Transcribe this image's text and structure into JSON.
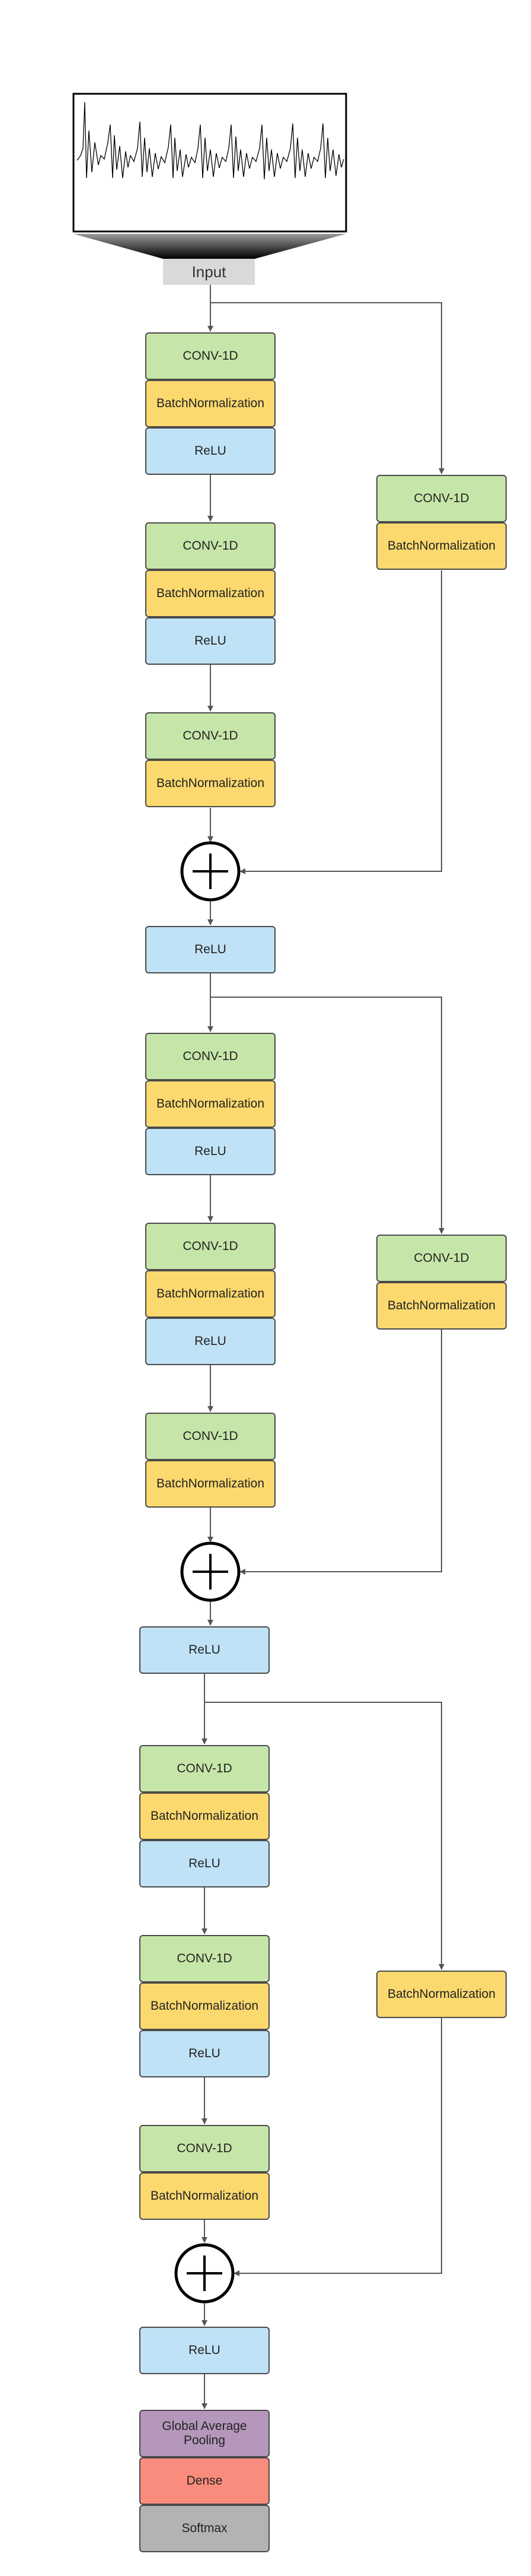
{
  "input": {
    "label": "Input"
  },
  "blocks": [
    {
      "main": [
        [
          "CONV-1D",
          "BatchNormalization",
          "ReLU"
        ],
        [
          "CONV-1D",
          "BatchNormalization",
          "ReLU"
        ],
        [
          "CONV-1D",
          "BatchNormalization"
        ]
      ],
      "shortcut": [
        "CONV-1D",
        "BatchNormalization"
      ],
      "relu": "ReLU"
    },
    {
      "main": [
        [
          "CONV-1D",
          "BatchNormalization",
          "ReLU"
        ],
        [
          "CONV-1D",
          "BatchNormalization",
          "ReLU"
        ],
        [
          "CONV-1D",
          "BatchNormalization"
        ]
      ],
      "shortcut": [
        "CONV-1D",
        "BatchNormalization"
      ],
      "relu": "ReLU"
    },
    {
      "main": [
        [
          "CONV-1D",
          "BatchNormalization",
          "ReLU"
        ],
        [
          "CONV-1D",
          "BatchNormalization",
          "ReLU"
        ],
        [
          "CONV-1D",
          "BatchNormalization"
        ]
      ],
      "shortcut": [
        "BatchNormalization"
      ],
      "relu": "ReLU"
    }
  ],
  "head": {
    "pooling": "Global Average Pooling",
    "dense": "Dense",
    "softmax": "Softmax"
  },
  "colors": {
    "conv": "#c6e6a9",
    "batchnorm": "#fcd96e",
    "relu": "#c0e2f6",
    "pooling": "#b497ba",
    "dense": "#f98c7c",
    "softmax": "#b3b3b3"
  }
}
